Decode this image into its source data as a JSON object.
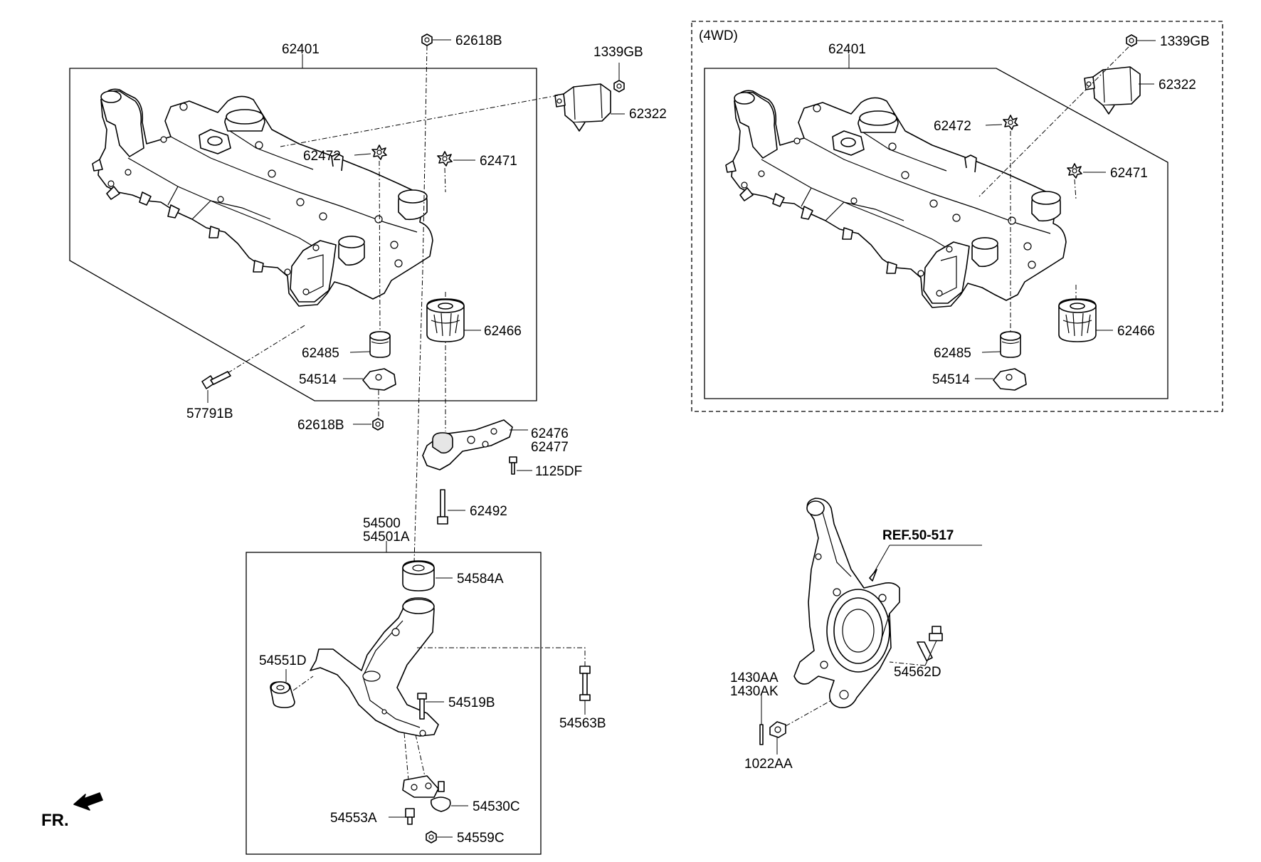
{
  "diagram": {
    "labels": {
      "l62401a": "62401",
      "l62618b_top": "62618B",
      "l1339gb_a": "1339GB",
      "l62322_a": "62322",
      "l62472_a": "62472",
      "l62471_a": "62471",
      "l62466_a": "62466",
      "l62485_a": "62485",
      "l54514_a": "54514",
      "l57791b": "57791B",
      "l62618b_bot": "62618B",
      "l62476": "62476",
      "l62477": "62477",
      "l1125df": "1125DF",
      "l62492": "62492",
      "l54500": "54500",
      "l54501a": "54501A",
      "l54584a": "54584A",
      "l54551d": "54551D",
      "l54519b": "54519B",
      "l54563b": "54563B",
      "l54530c": "54530C",
      "l54553a": "54553A",
      "l54559c": "54559C",
      "l4wd": "(4WD)",
      "l62401b": "62401",
      "l1339gb_b": "1339GB",
      "l62322_b": "62322",
      "l62472_b": "62472",
      "l62471_b": "62471",
      "l62466_b": "62466",
      "l62485_b": "62485",
      "l54514_b": "54514",
      "lref": "REF.50-517",
      "l54562d": "54562D",
      "l1430aa": "1430AA",
      "l1430ak": "1430AK",
      "l1022aa": "1022AA",
      "lfr": "FR."
    }
  }
}
